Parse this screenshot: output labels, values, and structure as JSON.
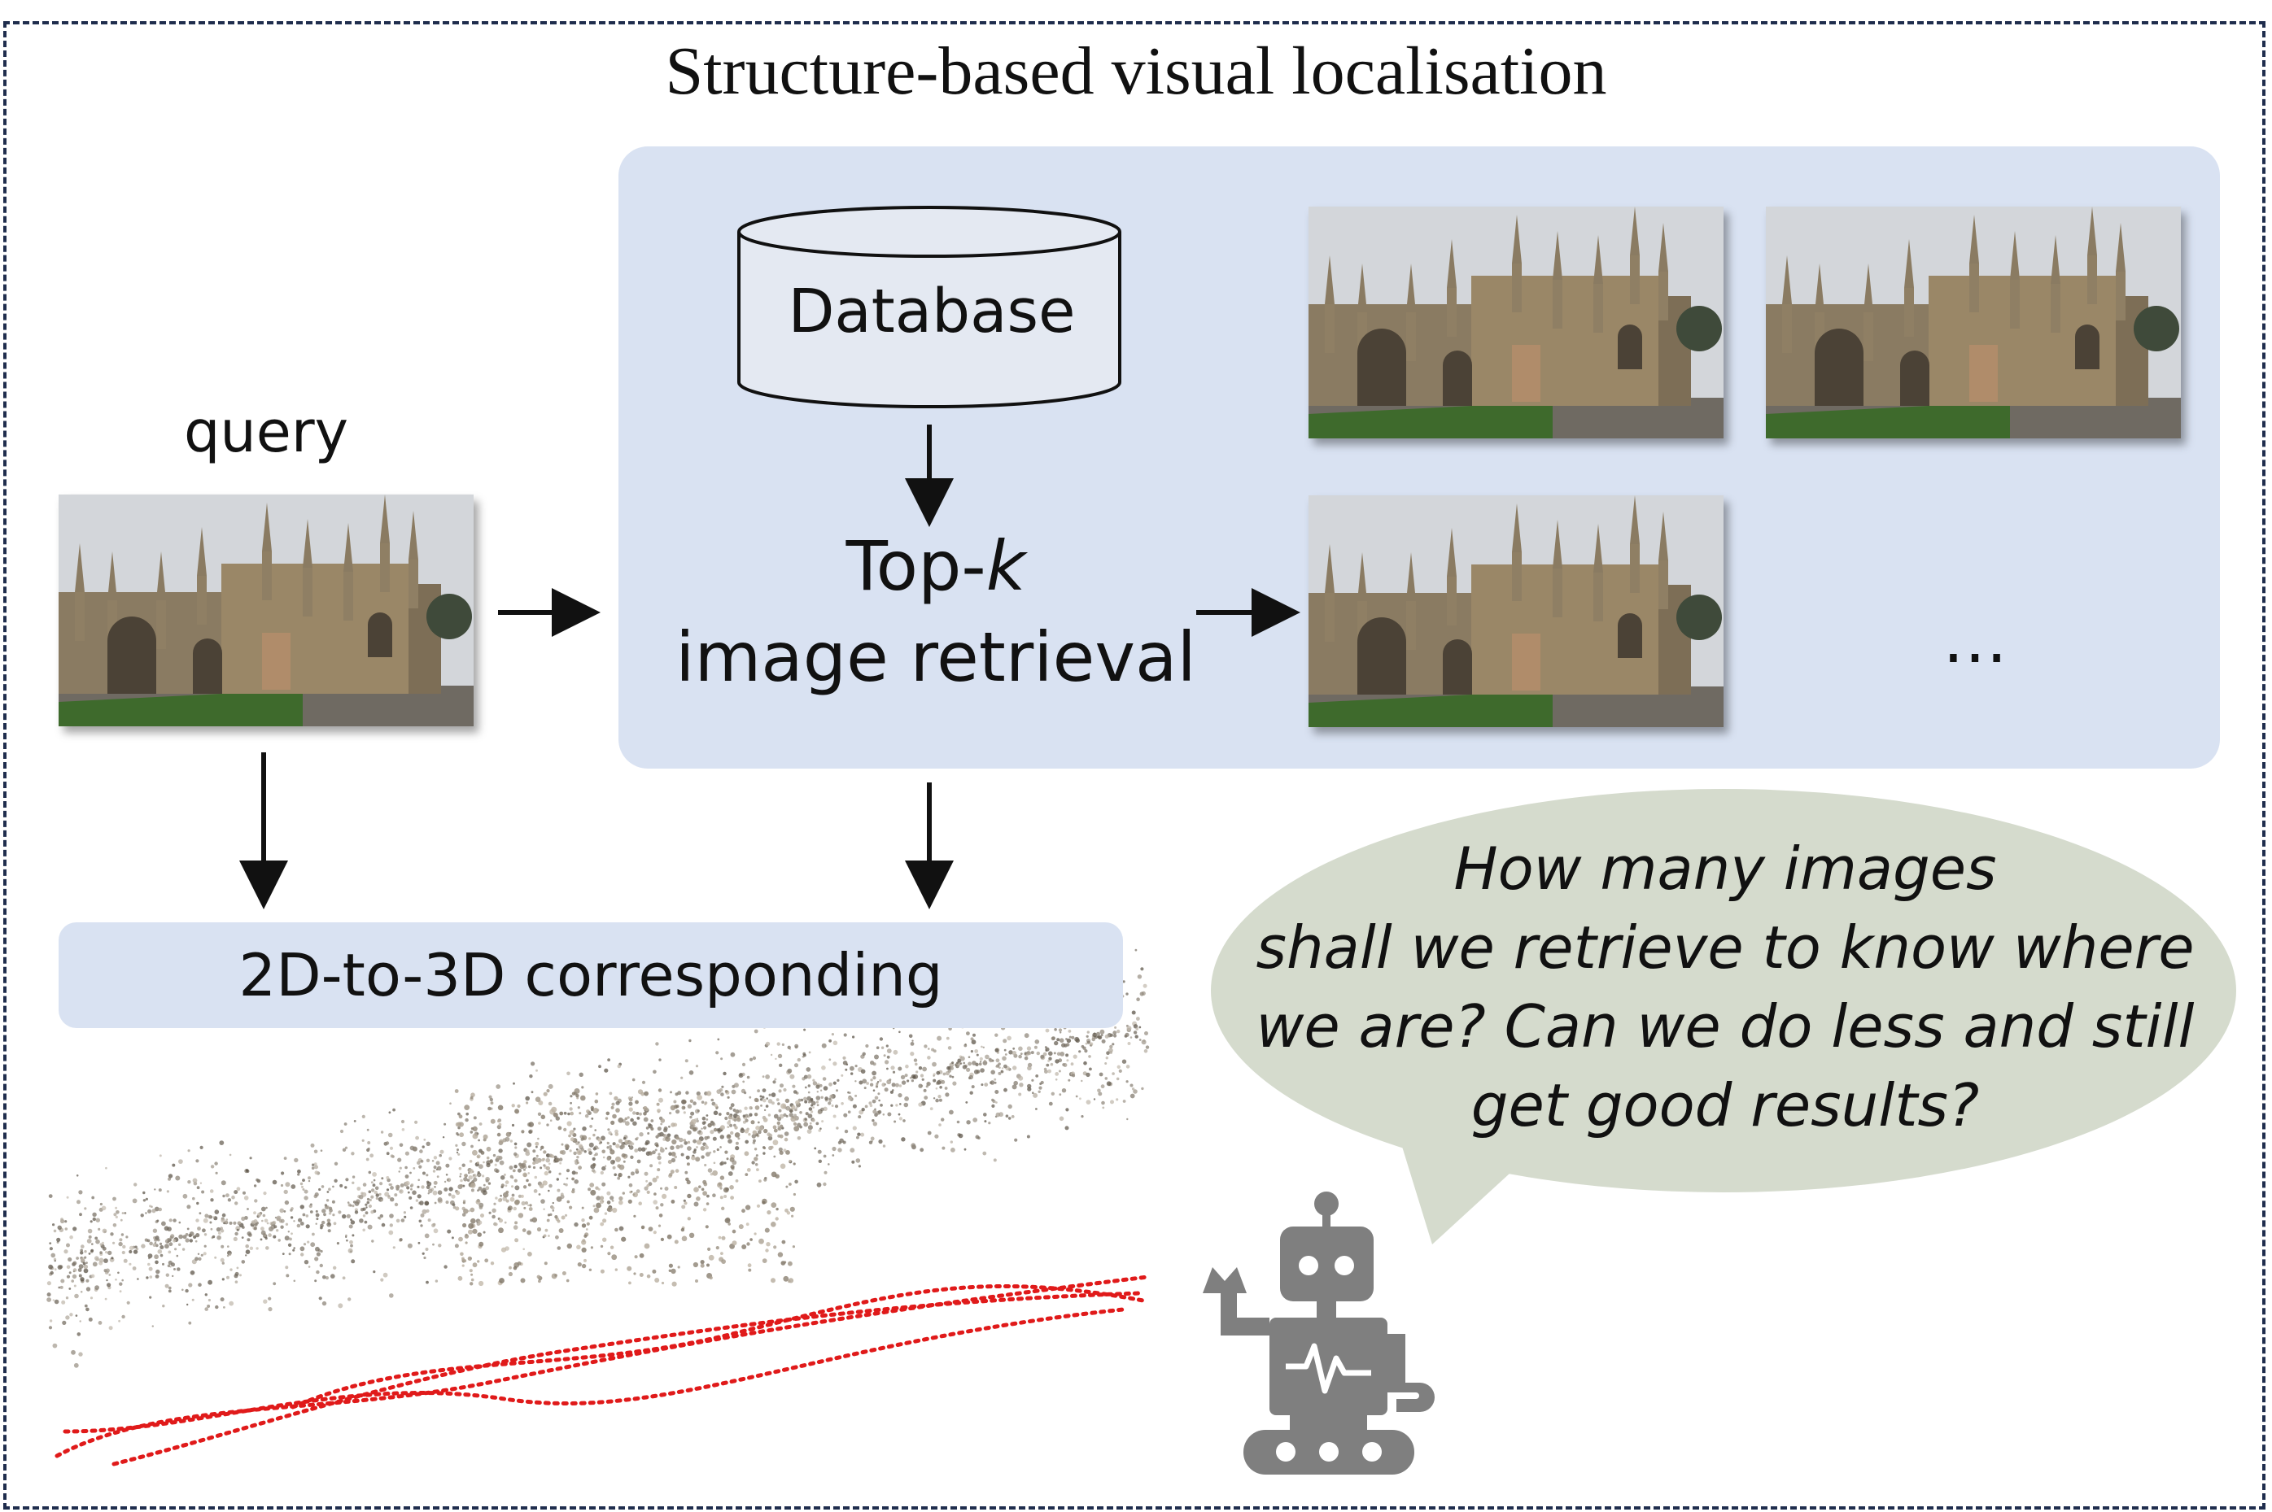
{
  "title": "Structure-based visual localisation",
  "query_label": "query",
  "database_label": "Database",
  "retrieval": {
    "line1_prefix": "Top-",
    "line1_k": "k",
    "line2": "image retrieval"
  },
  "ellipsis": "…",
  "correspondence_label": "2D-to-3D corresponding",
  "speech_bubble": {
    "lines": [
      "How many images",
      "shall we retrieve to know where",
      "we are? Can we do less and still",
      "get good results?"
    ]
  },
  "colors": {
    "panel_fill": "#d9e2f2",
    "bubble_fill": "#d5dbcd",
    "robot_gray": "#7f7f7f",
    "trajectory_red": "#e01a1a",
    "frame_border": "#1f2d4d"
  },
  "icons": [
    "cylinder-database-icon",
    "robot-icon",
    "arrow-right-icon",
    "arrow-down-icon"
  ]
}
